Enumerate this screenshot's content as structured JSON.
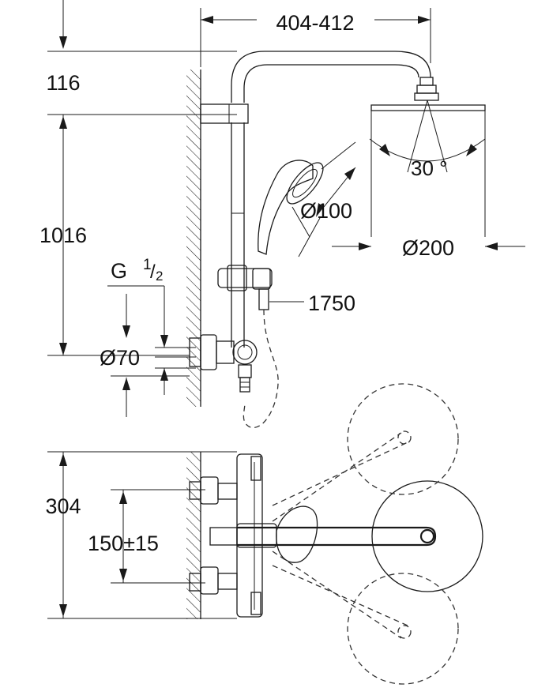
{
  "drawing": {
    "dimensions": {
      "width_span": "404-412",
      "top_offset": "116",
      "height_span": "1016",
      "thread_main": "G",
      "thread_num": "1",
      "thread_den": "2",
      "inlet_diameter": "Ø70",
      "spray_angle": "30 °",
      "hand_shower_diameter": "Ø100",
      "head_shower_diameter": "Ø200",
      "hose_length": "1750",
      "plan_depth": "304",
      "inlet_spacing": "150±15"
    }
  }
}
